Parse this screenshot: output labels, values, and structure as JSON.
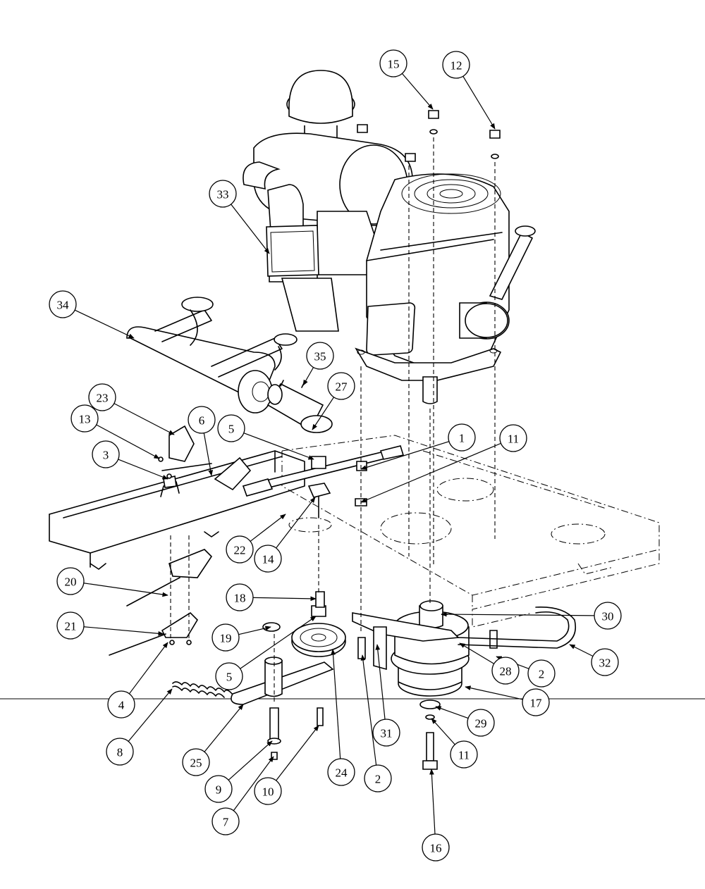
{
  "diagram": {
    "callouts": [
      "1",
      "2",
      "2",
      "3",
      "4",
      "5",
      "5",
      "6",
      "7",
      "8",
      "9",
      "10",
      "11",
      "11",
      "12",
      "13",
      "14",
      "15",
      "16",
      "17",
      "18",
      "19",
      "20",
      "21",
      "22",
      "23",
      "24",
      "25",
      "27",
      "28",
      "29",
      "30",
      "31",
      "32",
      "33",
      "34",
      "35"
    ]
  }
}
